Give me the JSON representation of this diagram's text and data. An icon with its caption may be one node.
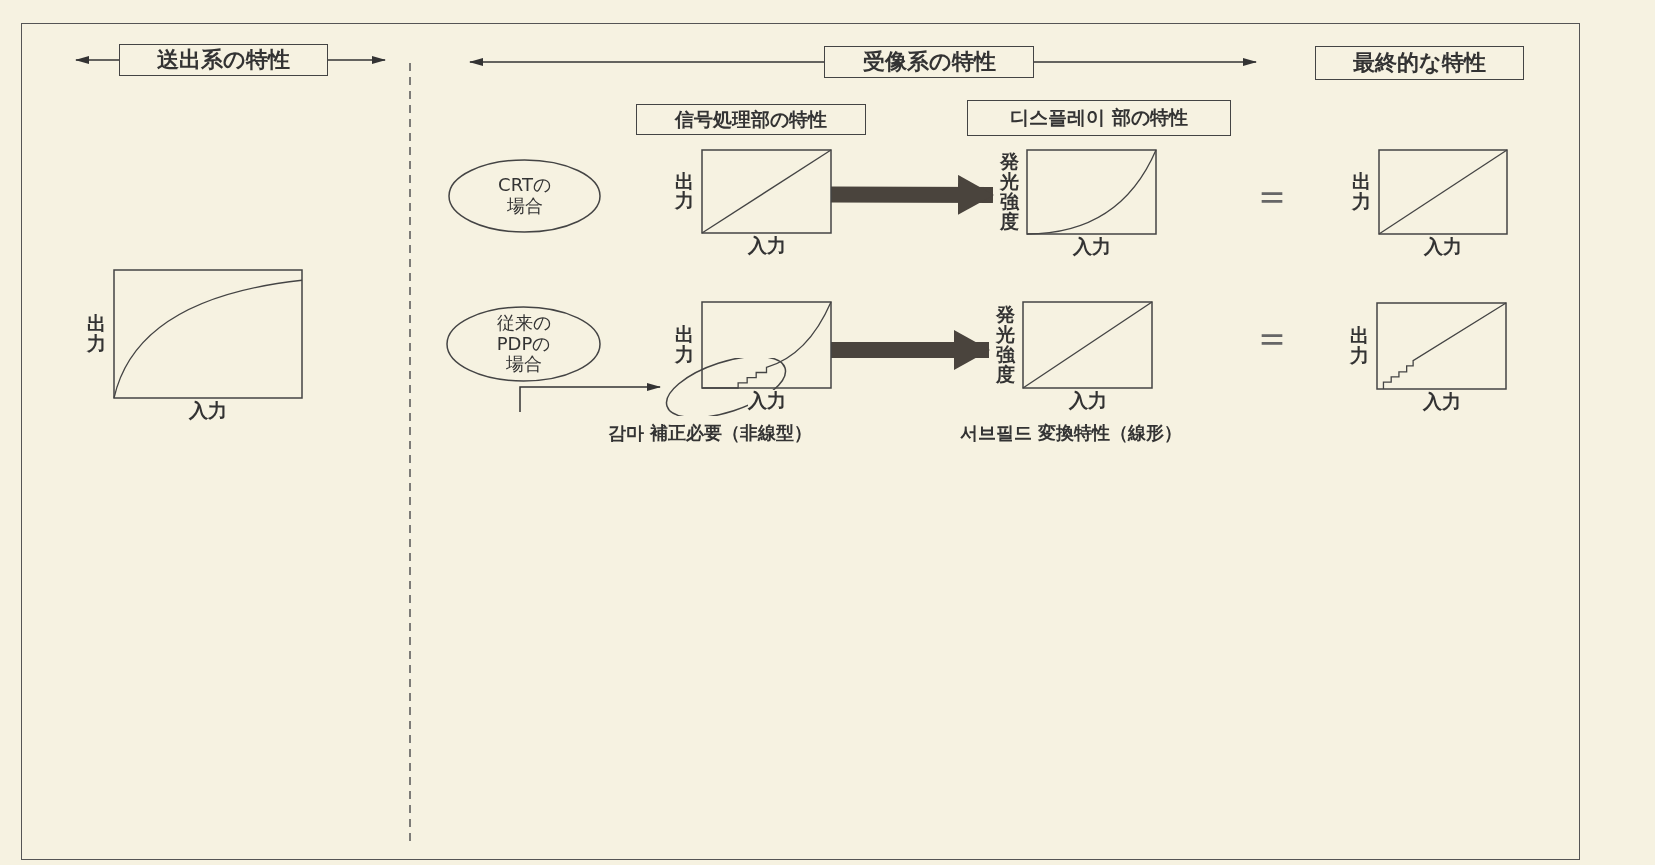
{
  "diagram": {
    "nodes": [
      {
        "text": [
          "送出系の特性"
        ]
      },
      {
        "text": [
          "受像系の特性"
        ]
      },
      {
        "text": [
          "最終的な特性"
        ]
      },
      {
        "text": [
          "信号処理部の特性"
        ]
      },
      {
        "text": [
          "디스플레이 部の特性"
        ]
      },
      {
        "text": [
          "CRTの場合"
        ]
      },
      {
        "text": [],
        "shape": "plot",
        "beside": [
          "出力",
          "入力"
        ]
      },
      {
        "text": [],
        "shape": "plot",
        "beside": [
          "発光強度",
          "入力"
        ]
      },
      {
        "text": [],
        "shape": "plot",
        "beside": [
          "出力",
          "入力"
        ]
      },
      {
        "text": [],
        "shape": "plot",
        "beside": [
          "出力",
          "入力"
        ]
      },
      {
        "text": [
          "従来のPDPの場合"
        ]
      },
      {
        "text": [],
        "shape": "plot",
        "beside": [
          "出力",
          "入力"
        ]
      },
      {
        "text": [],
        "shape": "plot",
        "beside": [
          "発光強度",
          "入力"
        ]
      },
      {
        "text": [],
        "shape": "plot",
        "beside": [
          "出力",
          "入力"
        ]
      },
      {
        "text": [],
        "shape": "ellipse"
      }
    ],
    "edges": [
      {
        "from": 0,
        "to": null,
        "arrow": "to"
      },
      {
        "from": 0,
        "to": null,
        "arrow": "to"
      },
      {
        "from": 1,
        "to": null,
        "arrow": "to"
      },
      {
        "from": 1,
        "to": null,
        "arrow": "to"
      },
      {
        "from": 6,
        "to": 7,
        "arrow": "to",
        "style": "thick"
      },
      {
        "from": 11,
        "to": 12,
        "arrow": "to",
        "style": "thick"
      },
      {
        "from": null,
        "to": 14,
        "arrow": "to"
      }
    ],
    "labels": [
      "＝",
      "＝",
      "감마 補正必要（非線型）",
      "서브필드 変換特性（線形）"
    ]
  }
}
